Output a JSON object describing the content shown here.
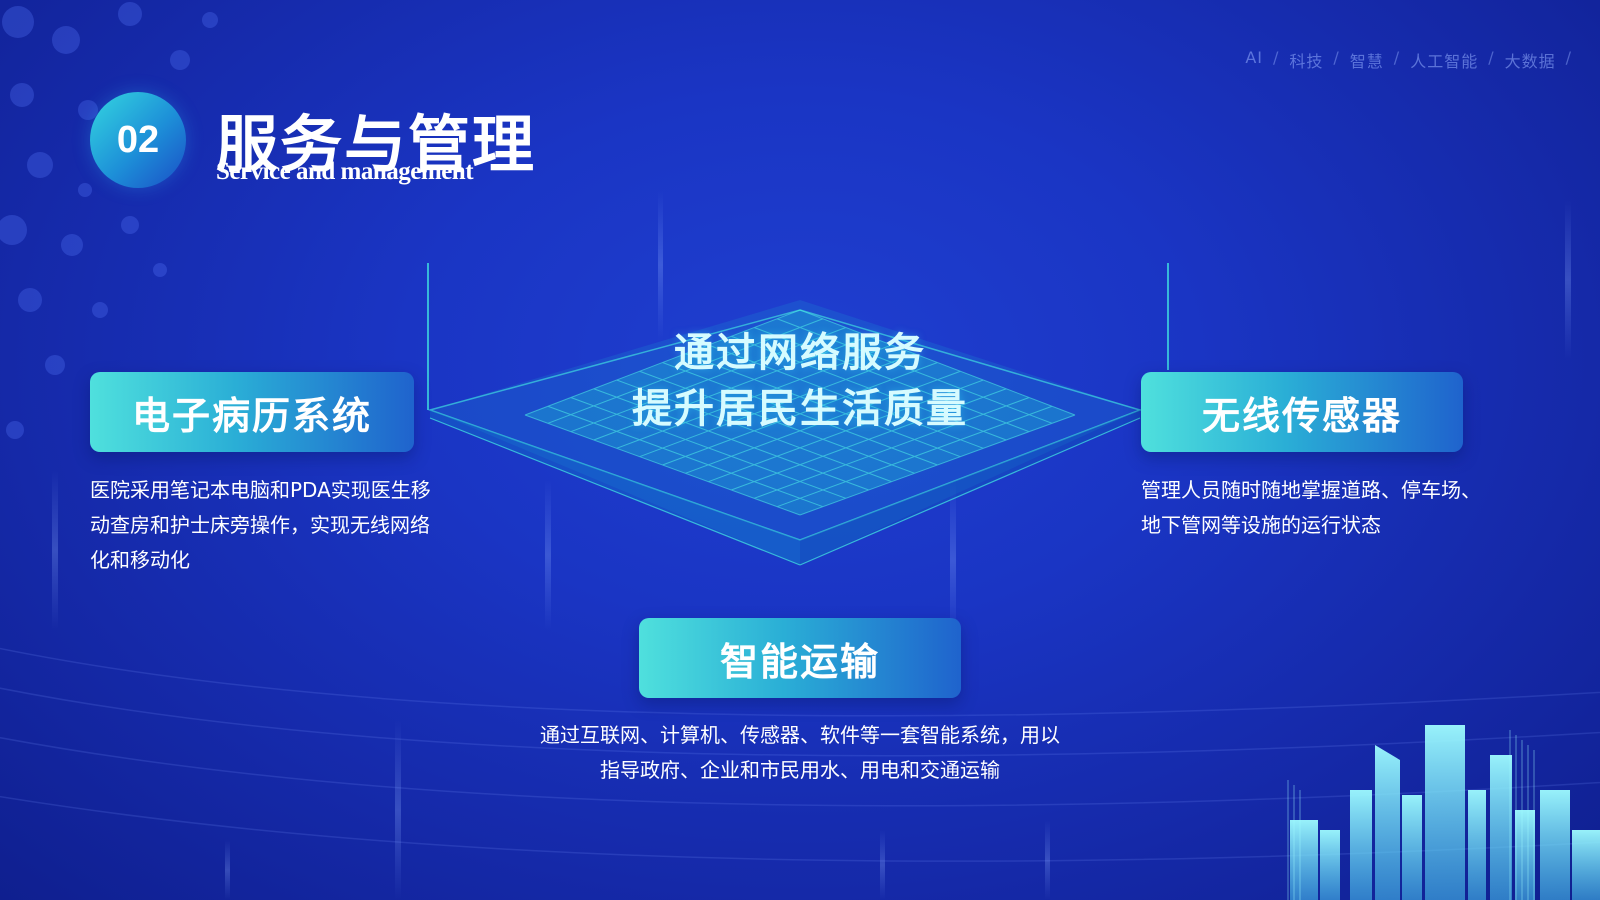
{
  "tags": [
    "AI",
    "科技",
    "智慧",
    "人工智能",
    "大数据"
  ],
  "section": {
    "number": "02",
    "title": "服务与管理",
    "subtitle": "Service and management"
  },
  "center": {
    "line1": "通过网络服务",
    "line2": "提升居民生活质量"
  },
  "cards": [
    {
      "label": "电子病历系统",
      "desc_lines": [
        "医院采用笔记本电脑和PDA实现医生移",
        "动查房和护士床旁操作，实现无线网络",
        "化和移动化"
      ]
    },
    {
      "label": "无线传感器",
      "desc_lines": [
        "管理人员随时随地掌握道路、停车场、",
        "地下管网等设施的运行状态"
      ]
    },
    {
      "label": "智能运输",
      "desc_lines": [
        "通过互联网、计算机、传感器、软件等一套智能系统，用以",
        "指导政府、企业和市民用水、用电和交通运输"
      ]
    }
  ],
  "colors": {
    "background": "#1a35c4",
    "accent": "#3fd9e0"
  }
}
